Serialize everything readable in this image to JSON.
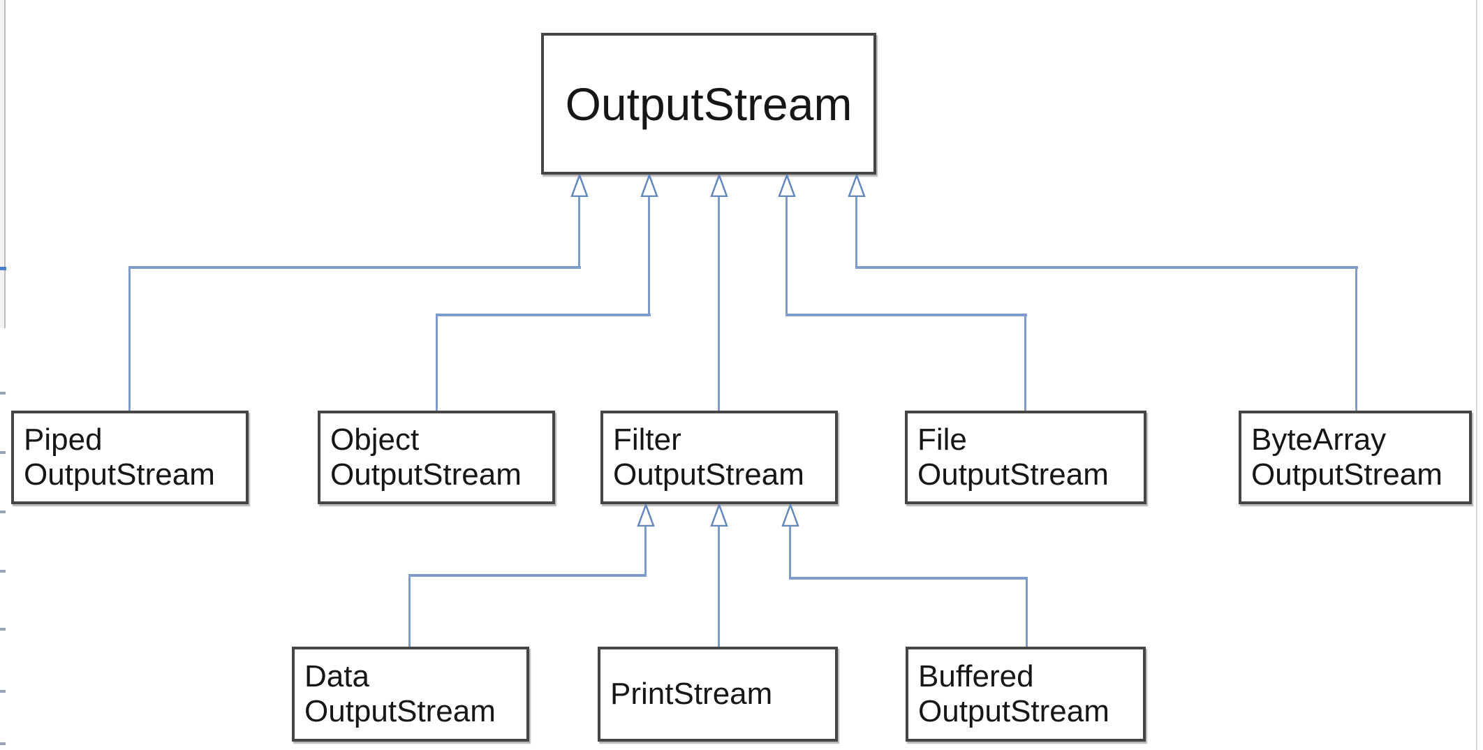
{
  "diagram": {
    "type": "uml-class-inheritance-hierarchy",
    "root": {
      "label": "OutputStream"
    },
    "level2": [
      {
        "id": "piped",
        "line1": "Piped",
        "line2": "OutputStream"
      },
      {
        "id": "object",
        "line1": "Object",
        "line2": "OutputStream"
      },
      {
        "id": "filter",
        "line1": "Filter",
        "line2": "OutputStream"
      },
      {
        "id": "file",
        "line1": "File",
        "line2": "OutputStream"
      },
      {
        "id": "bytearray",
        "line1": "ByteArray",
        "line2": "OutputStream"
      }
    ],
    "level3": [
      {
        "id": "data",
        "line1": "Data",
        "line2": "OutputStream"
      },
      {
        "id": "print",
        "line1": "PrintStream"
      },
      {
        "id": "buffered",
        "line1": "Buffered",
        "line2": "OutputStream"
      }
    ],
    "edges": [
      {
        "from": "PipedOutputStream",
        "to": "OutputStream"
      },
      {
        "from": "ObjectOutputStream",
        "to": "OutputStream"
      },
      {
        "from": "FilterOutputStream",
        "to": "OutputStream"
      },
      {
        "from": "FileOutputStream",
        "to": "OutputStream"
      },
      {
        "from": "ByteArrayOutputStream",
        "to": "OutputStream"
      },
      {
        "from": "DataOutputStream",
        "to": "FilterOutputStream"
      },
      {
        "from": "PrintStream",
        "to": "FilterOutputStream"
      },
      {
        "from": "BufferedOutputStream",
        "to": "FilterOutputStream"
      }
    ],
    "colors": {
      "connector": "#7f9bca",
      "arrowhead_stroke": "#6287bb",
      "box_border": "#454545",
      "text": "#161616"
    }
  }
}
